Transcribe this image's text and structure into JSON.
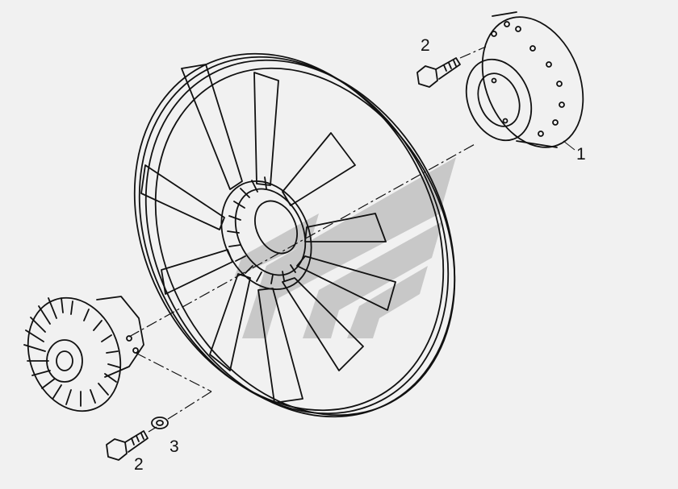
{
  "callouts": {
    "part1": "1",
    "part2_top": "2",
    "part2_bottom": "2",
    "part3": "3"
  },
  "colors": {
    "background": "#f1f1f1",
    "line": "#111111",
    "watermark": "#c9c9c9"
  },
  "icons": {
    "watermark": "brand-logo-watermark"
  }
}
